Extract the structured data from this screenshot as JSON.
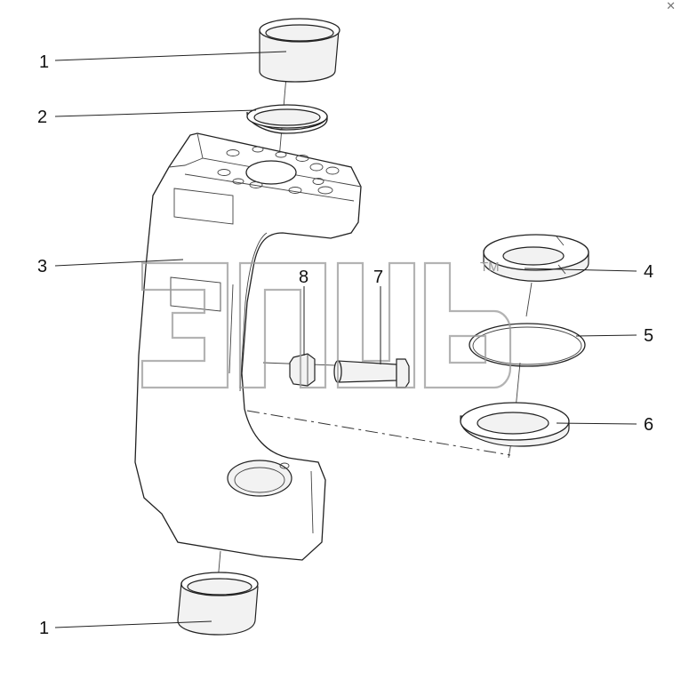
{
  "labels": {
    "bushing_top": "1",
    "seal_ring": "2",
    "knuckle": "3",
    "thrust_washer": "4",
    "o_ring": "5",
    "shim": "6",
    "bolt": "7",
    "nut": "8",
    "bushing_bottom": "1"
  },
  "watermark": {
    "tm": "TM"
  },
  "close_glyph": "✕"
}
